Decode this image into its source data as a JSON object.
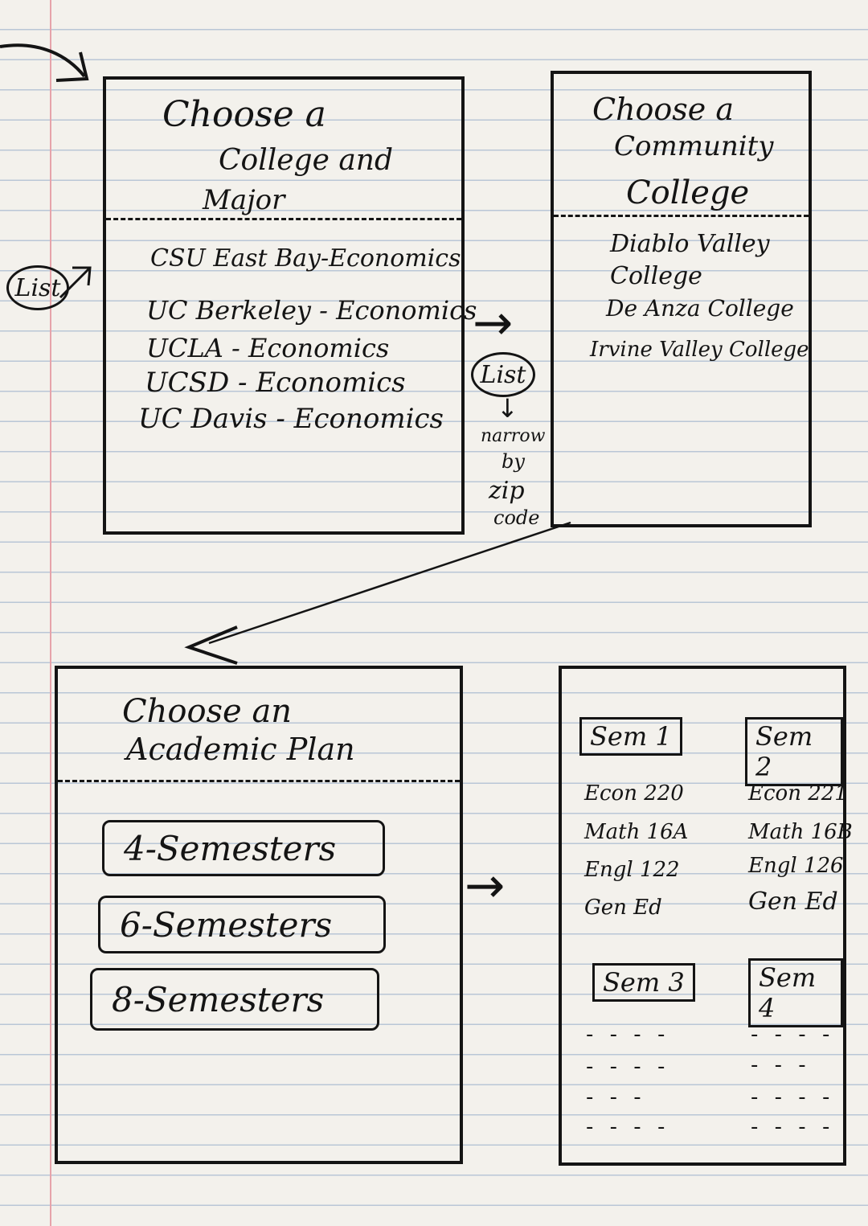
{
  "screen1": {
    "title_lines": [
      "Choose a",
      "College and",
      "Major"
    ],
    "annotation": "List",
    "options": [
      "CSU East Bay-Economics",
      "UC Berkeley - Economics",
      "UCLA - Economics",
      "UCSD - Economics",
      "UC Davis - Economics"
    ]
  },
  "transition1": {
    "oval": "List",
    "note_lines": [
      "narrow",
      "by",
      "zip",
      "code"
    ]
  },
  "screen2": {
    "title_lines": [
      "Choose a",
      "Community",
      "College"
    ],
    "options": [
      "Diablo Valley College",
      "De Anza College",
      "Irvine Valley College"
    ]
  },
  "screen3": {
    "title_lines": [
      "Choose an",
      "Academic Plan"
    ],
    "buttons": [
      "4-Semesters",
      "6-Semesters",
      "8-Semesters"
    ]
  },
  "screen4": {
    "semesters": [
      {
        "label": "Sem 1",
        "courses": [
          "Econ 220",
          "Math 16A",
          "Engl 122",
          "Gen Ed"
        ]
      },
      {
        "label": "Sem 2",
        "courses": [
          "Econ 221",
          "Math 16B",
          "Engl 126",
          "Gen Ed"
        ]
      },
      {
        "label": "Sem 3",
        "courses": []
      },
      {
        "label": "Sem 4",
        "courses": []
      }
    ]
  }
}
